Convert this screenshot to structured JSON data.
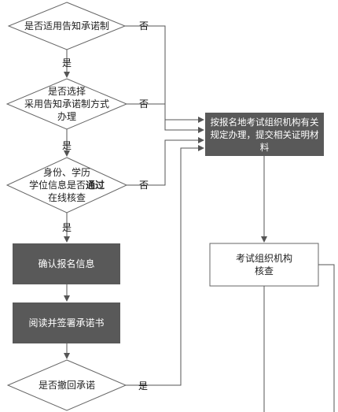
{
  "decisions": {
    "d1": "是否适用告知承诺制",
    "d2": "是否选择\n采用告知承诺制方式\n办理",
    "d3_pre": "身份、学历\n学位信息是否",
    "d3_bold": "通过",
    "d3_post": "\n在线核查",
    "d4": "是否撤回承诺"
  },
  "processes": {
    "confirm": "确认报名信息",
    "sign": "阅读并签署承诺书",
    "handle": "按报名地考试组织机构有关规定办理，提交相关证明材料",
    "review": "考试组织机构\n核查"
  },
  "edge_labels": {
    "yes": "是",
    "no": "否"
  },
  "colors": {
    "dark_box": "#595959",
    "line": "#666666",
    "text_light": "#ffffff"
  }
}
